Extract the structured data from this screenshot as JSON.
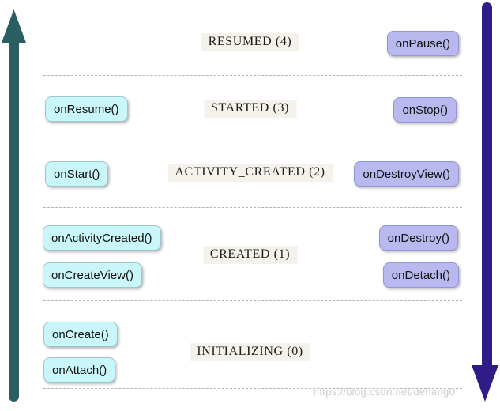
{
  "diagram": {
    "type": "android-fragment-lifecycle",
    "states": [
      {
        "label": "RESUMED (4)"
      },
      {
        "label": "STARTED (3)"
      },
      {
        "label": "ACTIVITY_CREATED (2)"
      },
      {
        "label": "CREATED (1)"
      },
      {
        "label": "INITIALIZING (0)"
      }
    ],
    "left_callbacks": [
      {
        "label": "onResume()"
      },
      {
        "label": "onStart()"
      },
      {
        "label": "onActivityCreated()"
      },
      {
        "label": "onCreateView()"
      },
      {
        "label": "onCreate()"
      },
      {
        "label": "onAttach()"
      }
    ],
    "right_callbacks": [
      {
        "label": "onPause()"
      },
      {
        "label": "onStop()"
      },
      {
        "label": "onDestroyView()"
      },
      {
        "label": "onDestroy()"
      },
      {
        "label": "onDetach()"
      }
    ],
    "icons": {
      "left": "up-arrow",
      "right": "down-arrow"
    },
    "colors": {
      "up_arrow": "#2b5e63",
      "down_arrow": "#2f1c86",
      "left_box_bg": "#c9f6f8",
      "left_box_border": "#9fc6cf",
      "right_box_bg": "#b9b9f0",
      "right_box_border": "#9595d6",
      "state_label_bg": "#f5f2ec",
      "separator": "#b3b3b3"
    }
  },
  "watermark": {
    "text": "https://blog.csdn.net/dehang0"
  }
}
